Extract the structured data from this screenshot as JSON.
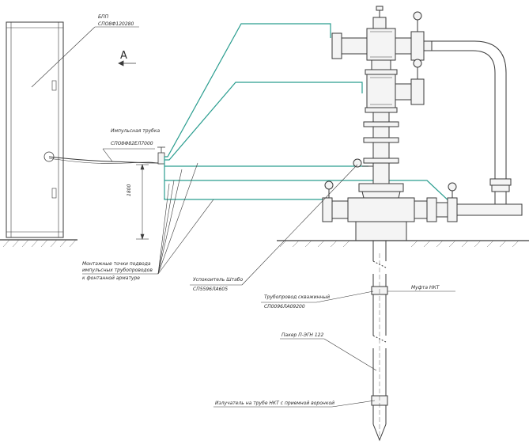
{
  "labels": {
    "cabinet_tag": "БПП",
    "cabinet_code": "СПО8Ф120280",
    "view_letter": "А",
    "impulse_line": "Импульсная трубка",
    "impulse_line_code": "СПО8Ф82ЕЛ7000",
    "dimension": "1800",
    "mount_points": "Монтажные точки подвода",
    "mount_points_2": "импульсных трубопроводов",
    "mount_points_3": "к фонтанной арматуре",
    "uspokoitel": "Успокоитель Штабо",
    "uspokoitel_code": "СП5596ЛА605",
    "tubing_string": "Трубопровод скважинный",
    "tubing_string_code": "СП0096ЛА09200",
    "nkt_coupling": "Муфта НКТ",
    "packer": "Пакер П-ЭГН 122",
    "tubing_bottom": "Излучатель на трубе НКТ с приемной воронкой"
  },
  "colors": {
    "line": "#3a3a3a",
    "signal": "#2a9d8f",
    "fill": "#f4f4f4"
  }
}
